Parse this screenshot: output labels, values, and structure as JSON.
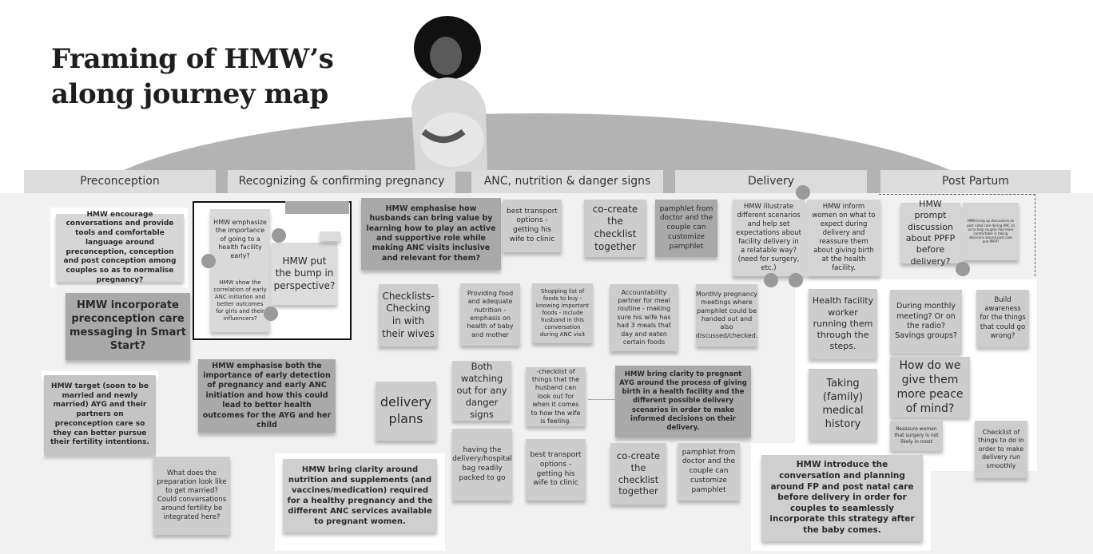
{
  "title": "Framing of HMW’s along journey map",
  "phases": [
    "Preconception",
    "Recognizing & confirming pregnancy",
    "ANC, nutrition & danger signs",
    "Delivery",
    "Post Partum"
  ],
  "notes": [
    "HMW encourage conversations and provide tools and comfortable language around preconception, conception and post conception among couples so as to normalise pregnancy?",
    "HMW incorporate preconception care messaging in Smart Start?",
    "HMW target (soon to be married and newly married) AYG and their partners on preconception care so they can better pursue their fertility intentions.",
    "HMW emphasise both the importance of early detection of pregnancy and early ANC initiation and how this could lead to better health outcomes for the AYG and her child",
    "What does the preparation look like to get married? Could conversations around fertility be integrated here?",
    "HMW bring clarity around nutrition and supplements (and vaccines/medication) required for a healthy pregnancy and the different ANC services available to pregnant women.",
    "HMW emphasize the importance of going to a health facility early?",
    "HMW show the correlation of early ANC initiation and better outcomes for girls and their influencers?",
    "HMW put the bump in perspective?",
    "HMW emphasise how husbands can bring value by learning how to play an active and supportive role while making ANC visits inclusive and relevant for them?",
    "best transport options - getting his wife to clinic",
    "co-create the checklist together",
    "pamphlet from doctor and the couple can customize pamphlet",
    "Checklists- Checking in with their wives",
    "Providing food and adequate nutrition - emphasis on health of baby and mother",
    "Shopping list of foods to buy - knowing important foods - include husband in this conversation during ANC visit",
    "Accountability partner for meal routine - making sure his wife has had 3 meals that day and eaten certain foods",
    "Monthly pregnancy meetings where pamphlet could be handed out and also discussed/checked.",
    "Both watching out for any danger signs",
    "-checklist of things that the husband can look out for when it comes to how the wife is feeling.",
    "HMW bring clarity to pregnant AYG around the process of giving birth in a health facility and the different possible delivery scenarios in order to make informed decisions on their delivery.",
    "delivery plans",
    "having the delivery/hospital bag readily packed to go",
    "best transport options - getting his wife to clinic",
    "co-create the checklist together",
    "pamphlet from doctor and the couple can customize pamphlet",
    "HMW illustrate different scenarios and help set expectations about facility delivery in a relatable way? (need for surgery, etc.)",
    "HMW inform women on what to expect during delivery and reassure them about giving birth at the health facility.",
    "HMW prompt discussion about PPFP before delivery?",
    "HMW bring up discussions on post natal care during ANC so as to help couples feel more comfortable in taking decisions around post care and PPFP?",
    "Health facility worker running them through the steps.",
    "Taking (family) medical history",
    "During monthly meeting? Or on the radio? Savings groups?",
    "Build awareness for the things that could go wrong?",
    "How do we give them more peace of mind?",
    "Reassure women that surgery is not likely in most",
    "Checklist of things to do in order to make delivery run smoothly",
    "HMW introduce the conversation and planning around FP and post natal care before delivery in order for couples to seamlessly incorporate this strategy after the baby comes."
  ]
}
